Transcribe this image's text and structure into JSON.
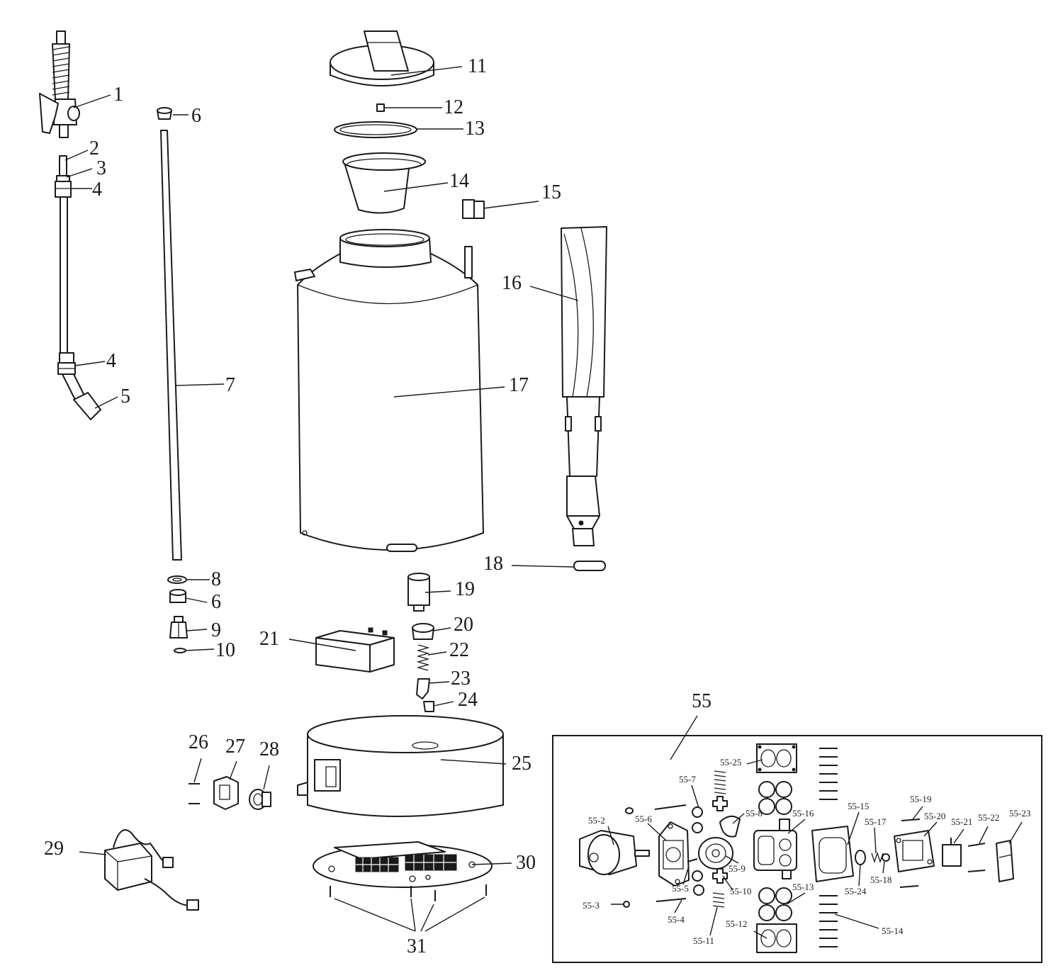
{
  "labels": {
    "p1": "1",
    "p2": "2",
    "p3": "3",
    "p4a": "4",
    "p4b": "4",
    "p5": "5",
    "p6a": "6",
    "p6b": "6",
    "p7": "7",
    "p8": "8",
    "p9": "9",
    "p10": "10",
    "p11": "11",
    "p12": "12",
    "p13": "13",
    "p14": "14",
    "p15": "15",
    "p16": "16",
    "p17": "17",
    "p18": "18",
    "p19": "19",
    "p20": "20",
    "p21": "21",
    "p22": "22",
    "p23": "23",
    "p24": "24",
    "p25": "25",
    "p26": "26",
    "p27": "27",
    "p28": "28",
    "p29": "29",
    "p30": "30",
    "p31": "31",
    "p55": "55"
  },
  "pump_labels": {
    "s2": "55-2",
    "s3": "55-3",
    "s4": "55-4",
    "s5": "55-5",
    "s6": "55-6",
    "s7": "55-7",
    "s8": "55-8",
    "s9": "55-9",
    "s10": "55-10",
    "s11": "55-11",
    "s12": "55-12",
    "s13": "55-13",
    "s14": "55-14",
    "s15": "55-15",
    "s16": "55-16",
    "s17": "55-17",
    "s18": "55-18",
    "s19": "55-19",
    "s20": "55-20",
    "s21": "55-21",
    "s22": "55-22",
    "s23": "55-23",
    "s24": "55-24",
    "s25": "55-25"
  }
}
